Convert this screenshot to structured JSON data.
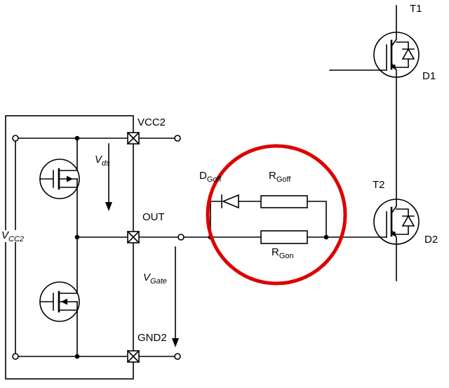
{
  "colors": {
    "line": "#000000",
    "highlight": "#dd0000"
  },
  "schematic": {
    "pins": {
      "vcc2": "VCC2",
      "out": "OUT",
      "gnd2": "GND2"
    },
    "voltages": {
      "supply": {
        "main": "V",
        "sub": "CC2"
      },
      "drain_source": {
        "main": "V",
        "sub": "ds"
      },
      "gate": {
        "main": "V",
        "sub": "Gate"
      }
    },
    "components": {
      "diode_goff": {
        "main": "D",
        "sub": "Goff"
      },
      "r_goff": {
        "main": "R",
        "sub": "Goff"
      },
      "r_gon": {
        "main": "R",
        "sub": "Gon"
      },
      "igbt_top": "T1",
      "diode_top": "D1",
      "igbt_bottom": "T2",
      "diode_bottom": "D2"
    }
  }
}
